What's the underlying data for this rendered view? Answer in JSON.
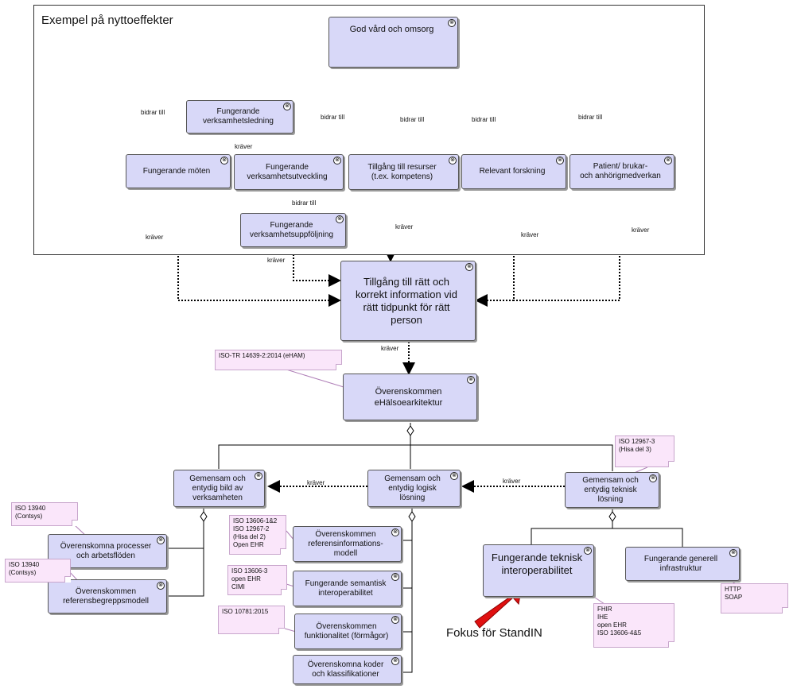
{
  "frame": {
    "title": "Exempel på nyttoeffekter"
  },
  "nodes": {
    "god_vard": "God vård och omsorg",
    "verksamhetsledning": "Fungerande\nverksamhetsledning",
    "moten": "Fungerande möten",
    "verksamhetsutveckling": "Fungerande\nverksamhetsutveckling",
    "resurser": "Tillgång till resurser\n(t.ex. kompetens)",
    "forskning": "Relevant forskning",
    "patient": "Patient/ brukar-\noch anhörigmedverkan",
    "uppfoljning": "Fungerande\nverksamhetsuppföljning",
    "tillgang": "Tillgång till rätt och\nkorrekt information vid\nrätt tidpunkt för rätt\nperson",
    "ehalso": "Överenskommen\neHälsoearkitektur",
    "bild": "Gemensam och\nentydig bild av\nverksamheten",
    "logisk": "Gemensam och\nentydig logisk\nlösning",
    "teknisk": "Gemensam och\nentydig teknisk\nlösning",
    "processer": "Överenskomna processer\noch arbetsflöden",
    "begrepp": "Överenskommen\nreferensbegreppsmodell",
    "info_modell": "Överenskommen\nreferensinformations-\nmodell",
    "semantisk": "Fungerande semantisk\ninteroperabilitet",
    "funktionalitet": "Överenskommen\nfunktionalitet (förmågor)",
    "koder": "Överenskomna koder\noch klassifikationer",
    "teknisk_interop": "Fungerande teknisk\ninteroperabilitet",
    "infrastruktur": "Fungerande generell\ninfrastruktur"
  },
  "notes": {
    "eham": "ISO-TR 14639-2:2014 (eHAM)",
    "hisa3": "ISO 12967-3\n(Hisa del 3)",
    "contsys1": "ISO 13940\n(Contsys)",
    "contsys2": "ISO 13940\n(Contsys)",
    "iso13606_12": "ISO 13606-1&2\nISO 12967-2\n(Hisa del 2)\nOpen EHR",
    "iso13606_3": "ISO 13606-3\nopen EHR\nCIMI",
    "iso10781": "ISO 10781:2015",
    "http_soap": "HTTP\nSOAP",
    "fhir": "FHIR\nIHE\nopen EHR\nISO 13606-4&5"
  },
  "edge_labels": {
    "bidrar": "bidrar till",
    "kraver": "kräver"
  },
  "focus_label": "Fokus för StandIN",
  "icons": {
    "node_icon": "goal-icon",
    "focus_arrow": "red-arrow-icon"
  },
  "colors": {
    "node_fill": "#d8d8f8",
    "note_fill": "#fae6fa",
    "focus_arrow": "#e01010"
  }
}
